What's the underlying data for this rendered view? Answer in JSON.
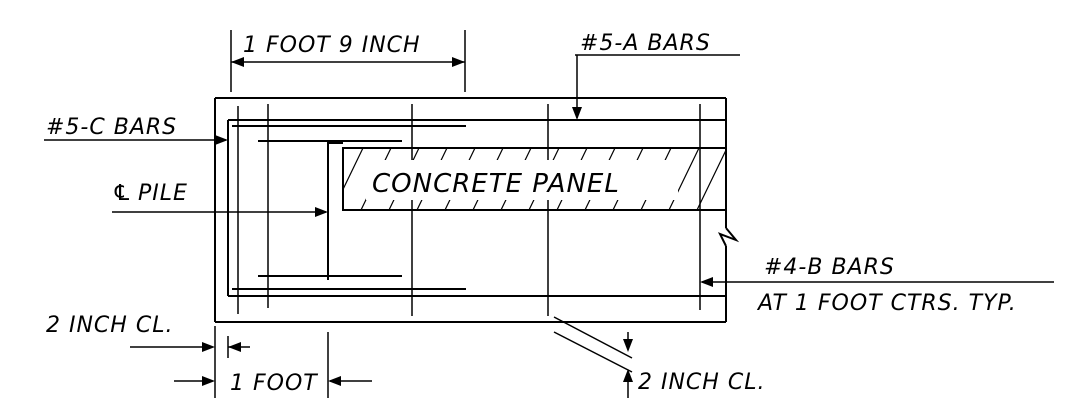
{
  "labels": {
    "dim_top": "1 FOOT 9 INCH",
    "bars_5a": "#5-A BARS",
    "bars_5c": "#5-C BARS",
    "pile": "PILE",
    "centerline_symbol": "℄",
    "panel": "CONCRETE PANEL",
    "bars_4b": "#4-B BARS",
    "bars_4b_spacing": "AT 1 FOOT CTRS. TYP.",
    "clear_left": "2 INCH CL.",
    "dim_bottom": "1 FOOT",
    "clear_bottom": "2 INCH CL."
  }
}
